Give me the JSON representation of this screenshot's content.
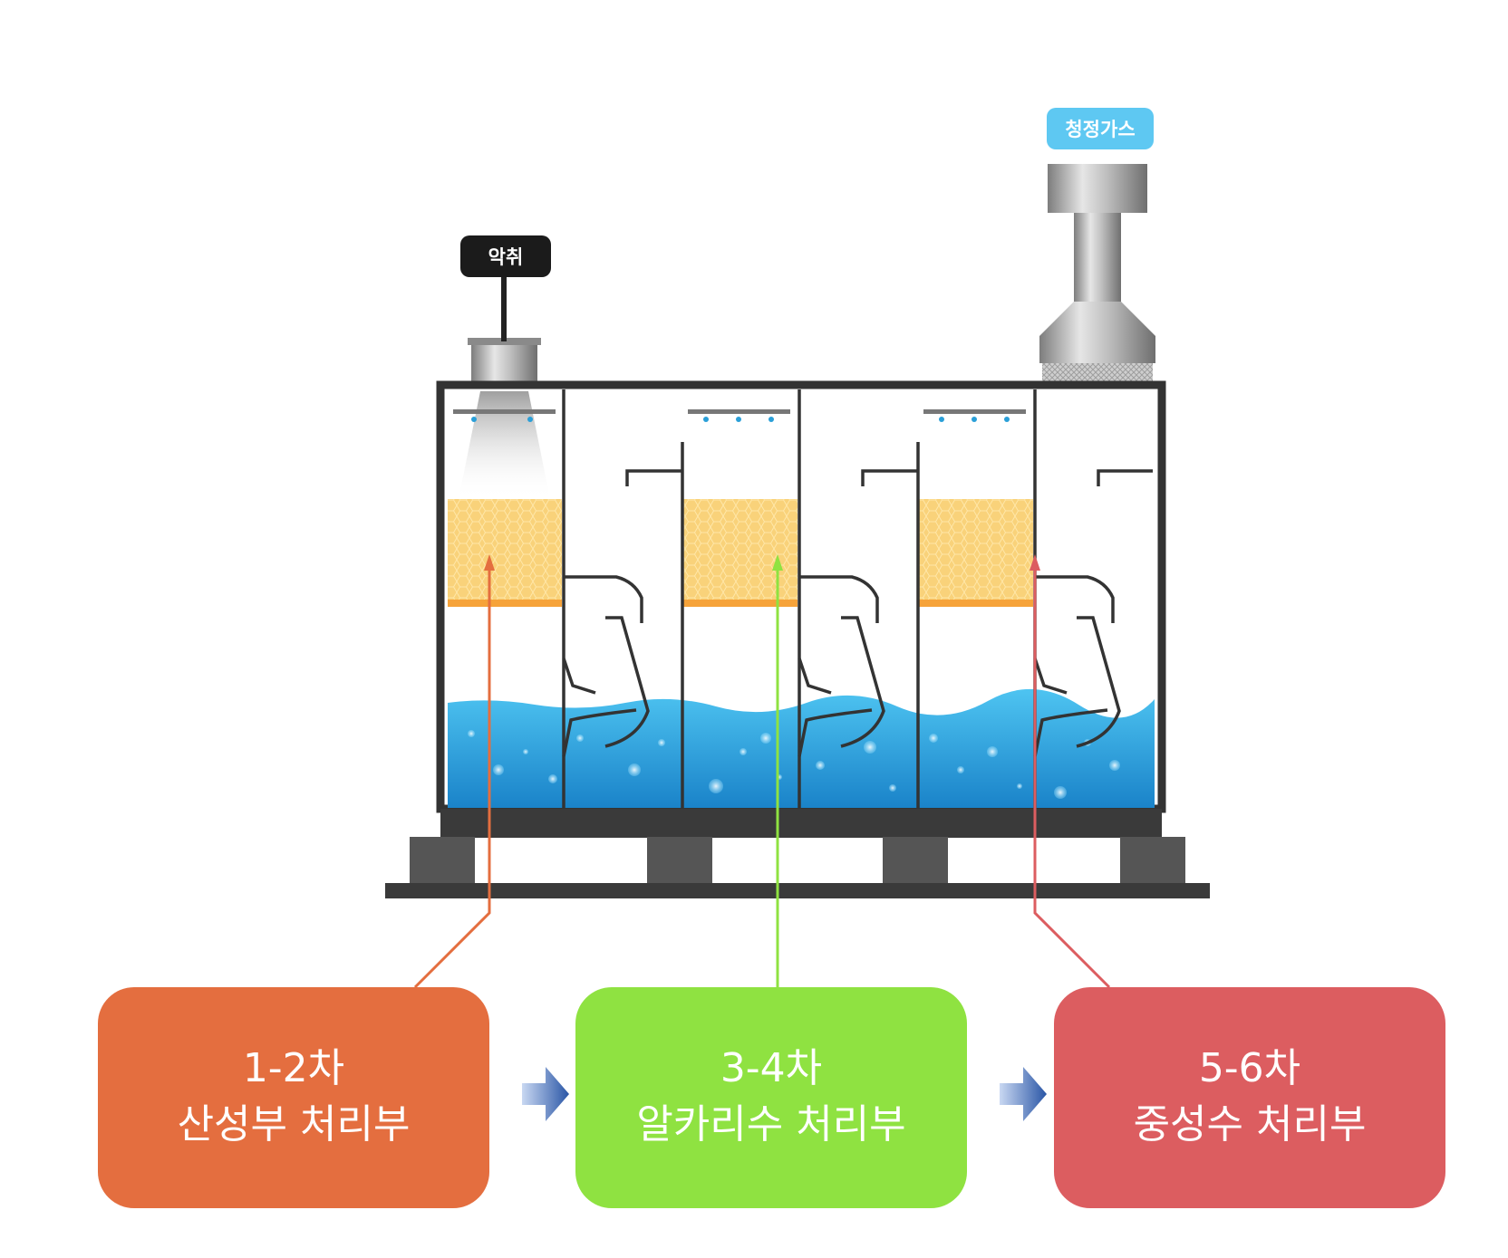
{
  "labels": {
    "odor": "악취",
    "clean_gas": "청정가스"
  },
  "stages": [
    {
      "number": "1-2차",
      "name": "산성부 처리부",
      "color": "#e46e3f"
    },
    {
      "number": "3-4차",
      "name": "알카리수 처리부",
      "color": "#8fe241"
    },
    {
      "number": "5-6차",
      "name": "중성수 처리부",
      "color": "#dc5d60"
    }
  ],
  "colors": {
    "tank_frame": "#333333",
    "water": "#2aa3e0",
    "packing": "#f8cd6b",
    "base": "#3a3a3a",
    "flow_arrow": "#2a56a6"
  },
  "icons": [
    "nozzle-icon",
    "flow-arrow-icon"
  ]
}
